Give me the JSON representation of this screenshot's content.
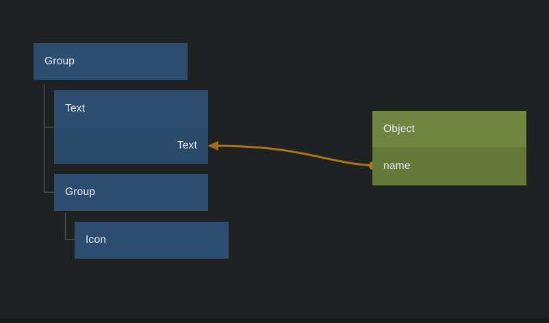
{
  "palette": {
    "background": "#1f2021",
    "layer_node_fill": "#2b4e70",
    "layer_node_row_fill": "#294a68",
    "object_node_fill": "#6f8641",
    "object_node_row_fill": "#64783a",
    "wire_color": "#a87712",
    "wire_arrow_color": "#96701a",
    "port_color": "#aa780f",
    "tree_line_color": "#4c4c4c",
    "text_color": "#e9edf1",
    "scrollbar_track_color": "#1a1b1b"
  },
  "layer_tree": {
    "nodes": [
      {
        "label": "Group"
      },
      {
        "label": "Text",
        "property": "Text"
      },
      {
        "label": "Group"
      },
      {
        "label": "Icon"
      }
    ]
  },
  "object_node": {
    "title": "Object",
    "properties": [
      {
        "label": "name"
      }
    ]
  },
  "binding": {
    "source": "name",
    "target": "Text"
  }
}
